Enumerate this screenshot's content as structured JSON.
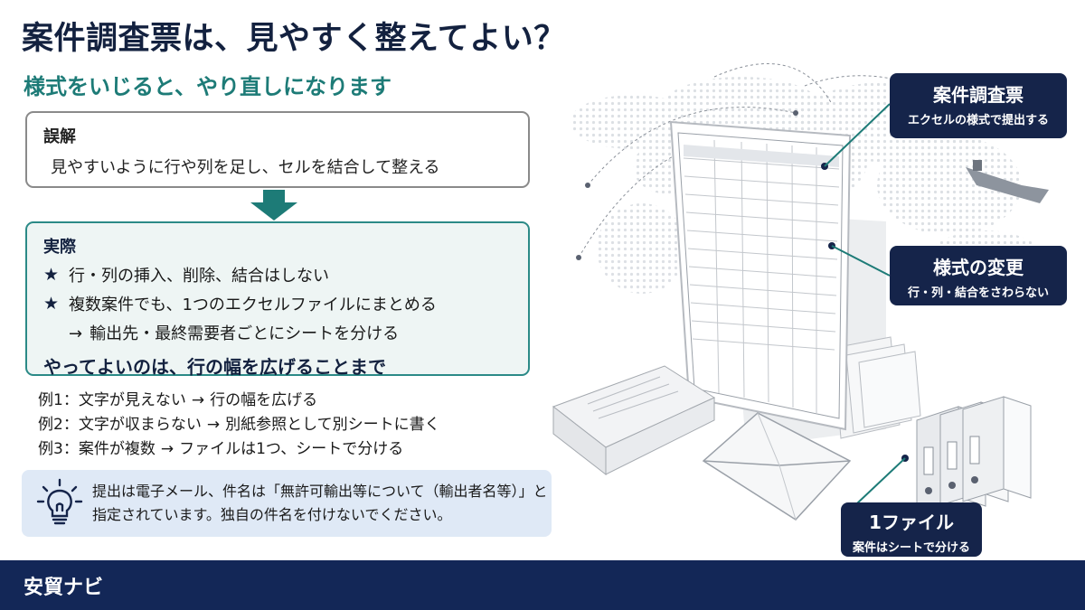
{
  "title": "案件調査票は、見やすく整えてよい？",
  "subtitle": "様式をいじると、やり直しになります",
  "misconception": {
    "heading": "誤解",
    "text": "見やすいように行や列を足し、セルを結合して整える"
  },
  "reality": {
    "heading": "実際",
    "items": [
      "行・列の挿入、削除、結合はしない",
      "複数案件でも、1つのエクセルファイルにまとめる"
    ],
    "sub_item": "輸出先・最終需要者ごとにシートを分ける",
    "bottom_line": "やってよいのは、行の幅を広げることまで"
  },
  "arrow_symbol": "→",
  "star_symbol": "★",
  "examples": [
    {
      "label": "例1：",
      "cause": "文字が見えない",
      "result": "行の幅を広げる"
    },
    {
      "label": "例2：",
      "cause": "文字が収まらない",
      "result": "別紙参照として別シートに書く"
    },
    {
      "label": "例3：",
      "cause": "案件が複数",
      "result": "ファイルは1つ、シートで分ける"
    }
  ],
  "note": {
    "line1": "提出は電子メール、件名は「無許可輸出等について（輸出者名等）」と",
    "line2": "指定されています。独自の件名を付けないでください。",
    "icon": "lightbulb-icon"
  },
  "callouts": {
    "form": {
      "title": "案件調査票",
      "subtitle": "エクセルの様式で提出する"
    },
    "format": {
      "title": "様式の変更",
      "subtitle": "行・列・結合をさわらない"
    },
    "file": {
      "title": "1ファイル",
      "subtitle": "案件はシートで分ける"
    }
  },
  "footer": {
    "brand": "安貿ナビ"
  },
  "colors": {
    "navy": "#13213f",
    "teal": "#1d7b77",
    "footer": "#132757",
    "note_bg": "#dfe9f6",
    "reality_bg": "#eef5f4"
  }
}
